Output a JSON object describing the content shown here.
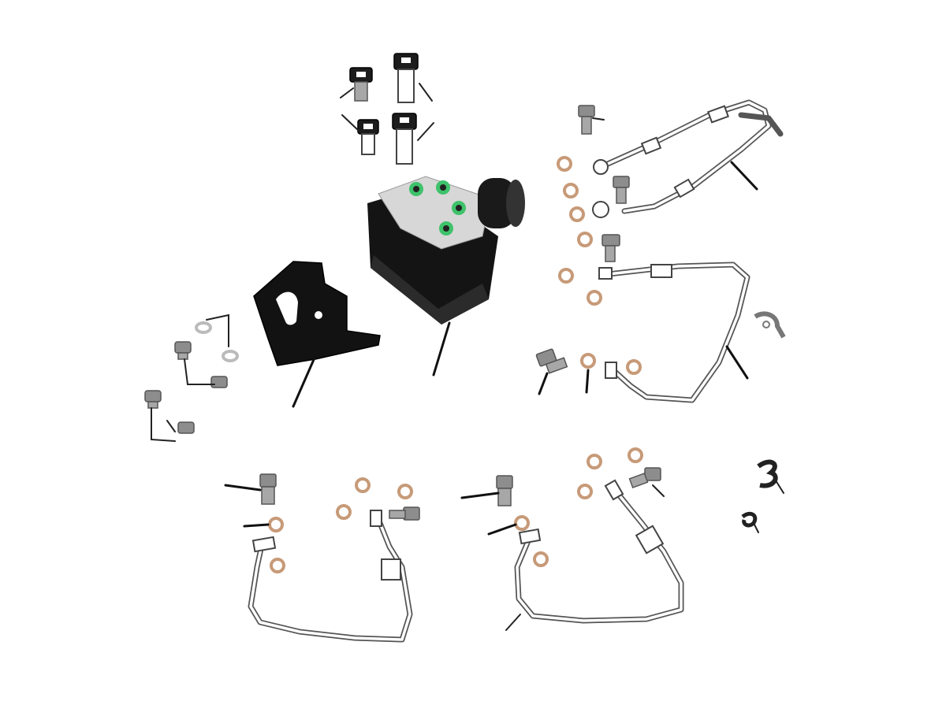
{
  "colors": {
    "background": "#ffffff",
    "washer": "#c79a78",
    "abs_body": "#141414",
    "abs_valve_block": "#d4d4d4",
    "abs_highlight": "#3ec26b",
    "bracket": "#121212",
    "hose": "#555555",
    "bolt": "#8d8d8d"
  },
  "parts": {
    "abs_modulator": {
      "icon": "abs-modulator-icon"
    },
    "abs_bracket": {
      "icon": "mounting-bracket-icon"
    },
    "modulator_bolts": {
      "count": 4,
      "icon": "flange-bolt-icon"
    },
    "bracket_bolts": {
      "count": 4,
      "icon": "flange-bolt-icon"
    },
    "brake_pipes": {
      "count": 4,
      "icon": "brake-hose-icon"
    },
    "banjo_bolts": {
      "icon": "banjo-bolt-icon"
    },
    "copper_washers": {
      "icon": "copper-washer-icon"
    },
    "hose_clips": {
      "count": 3,
      "icon": "hose-clip-icon"
    }
  }
}
